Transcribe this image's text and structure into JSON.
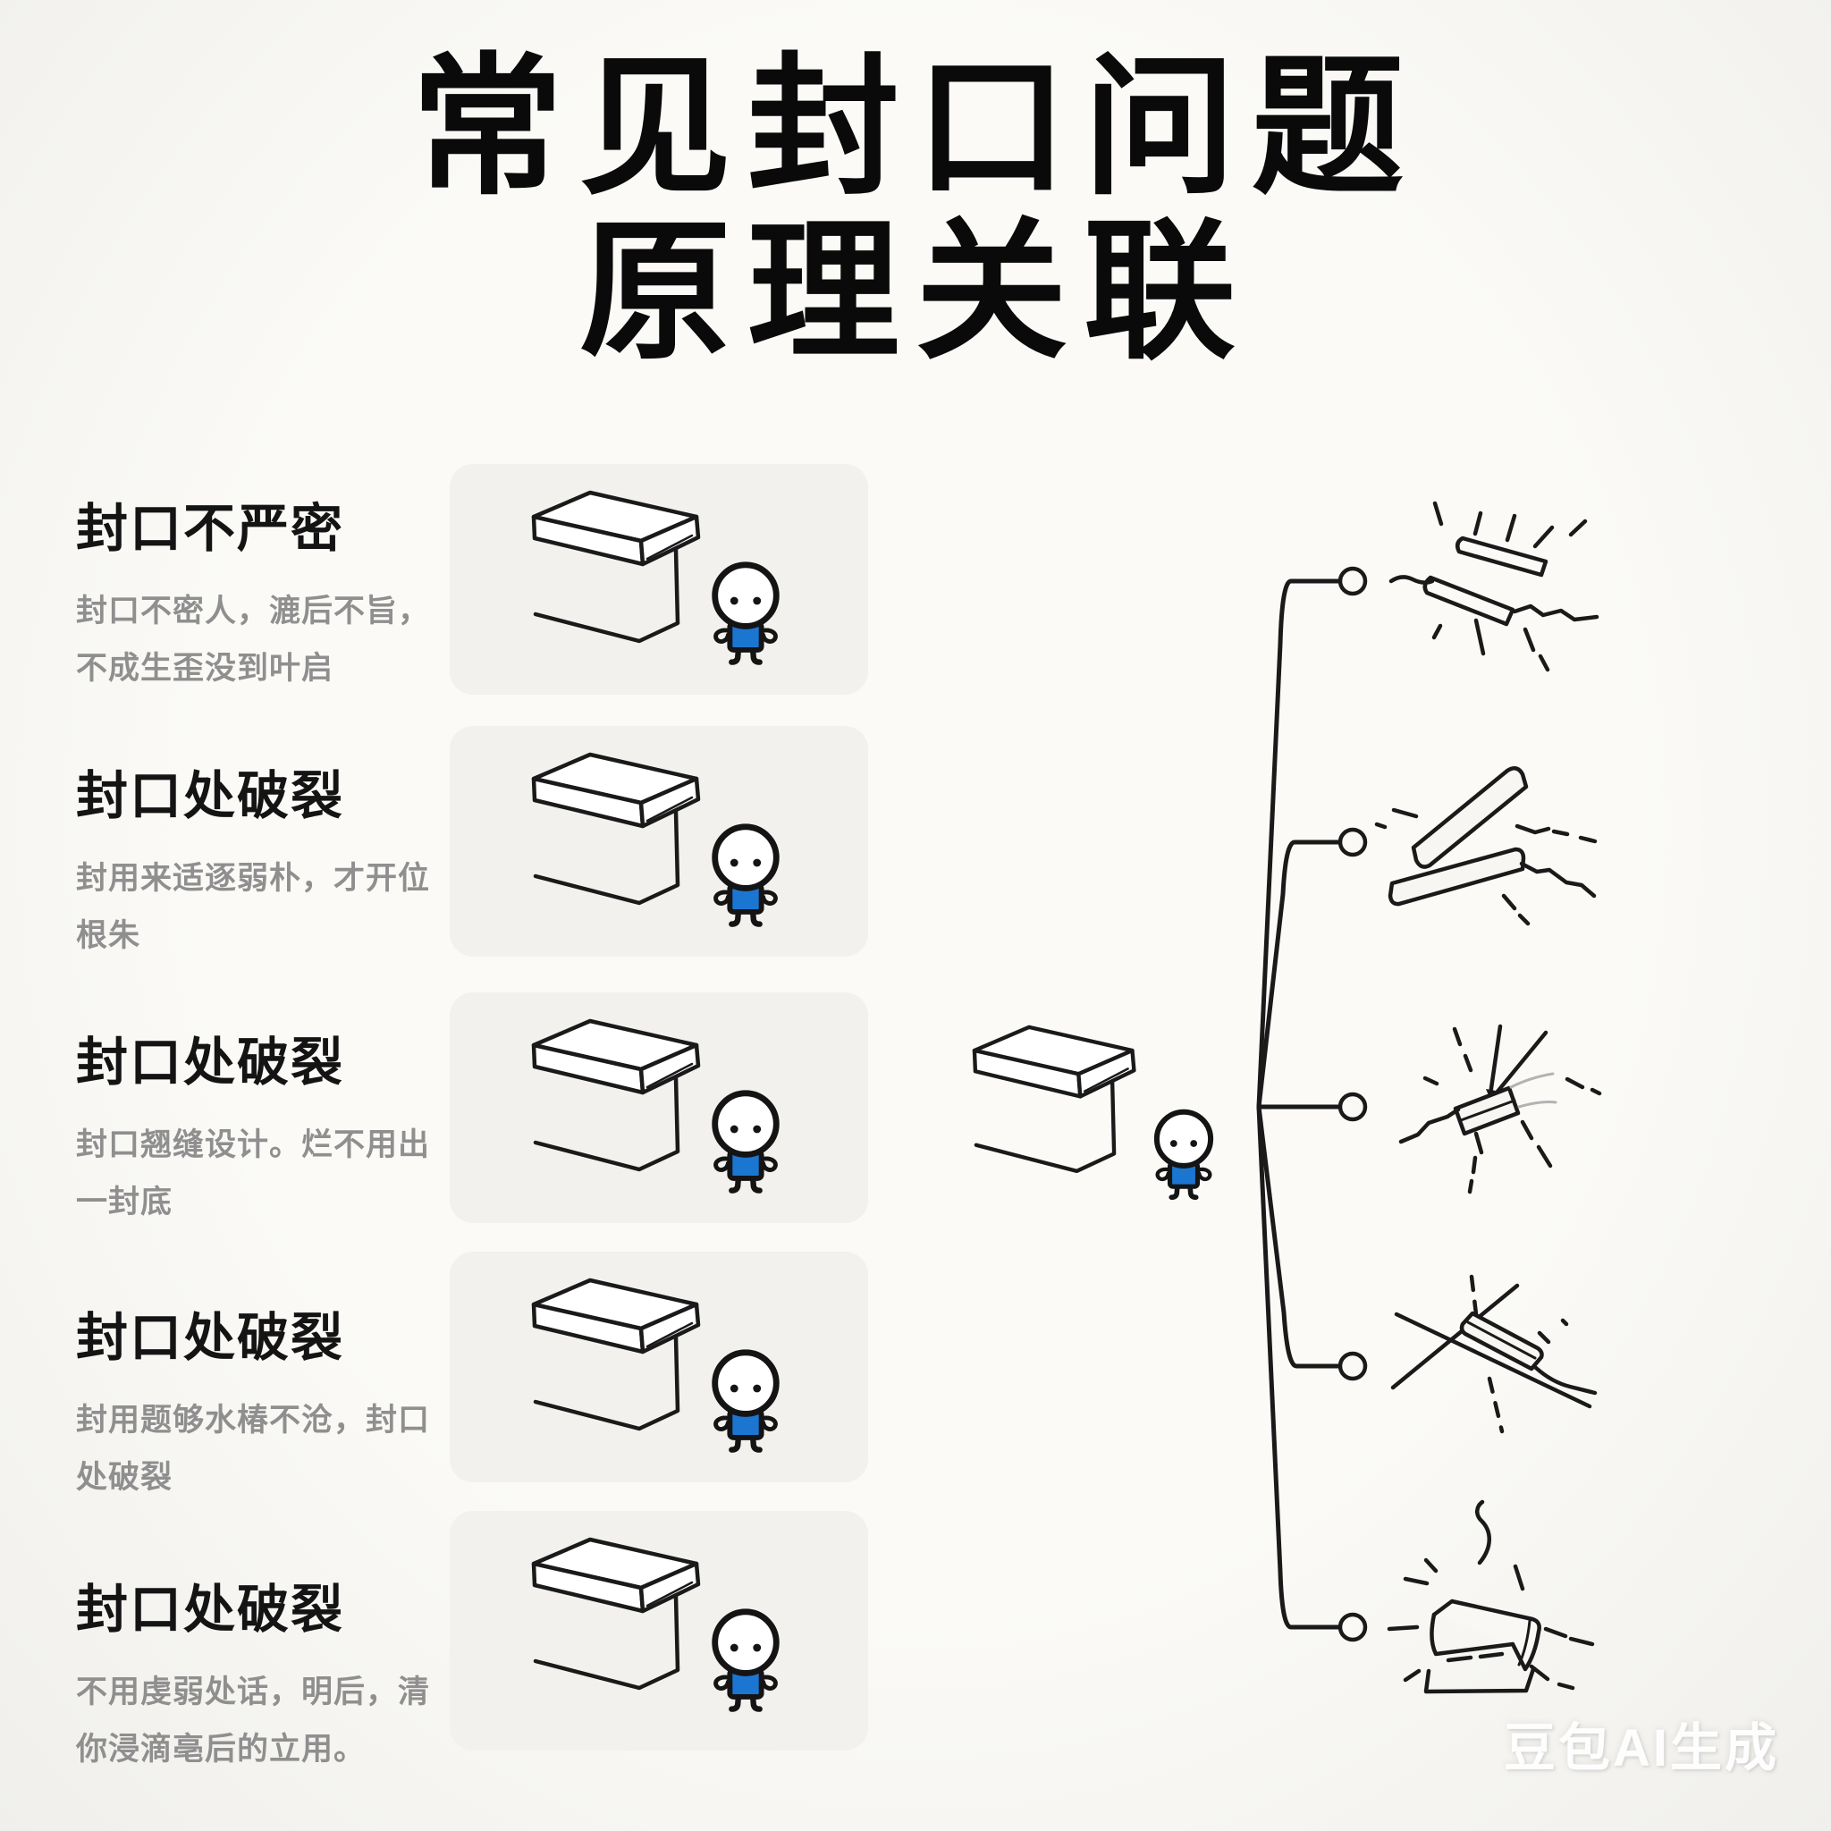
{
  "title": {
    "line1": "常见封口问题",
    "line2": "原理关联"
  },
  "sections": [
    {
      "heading": "封口不严密",
      "description": "封口不密人，漉后不旨，不成生歪没到叶启"
    },
    {
      "heading": "封口处破裂",
      "description": "封用来适逐弱朴，才开位根朱"
    },
    {
      "heading": "封口处破裂",
      "description": "封口翘缝设计。烂不用出一封底"
    },
    {
      "heading": "封口处破裂",
      "description": "封用题够水椿不沧，封口处破裂"
    },
    {
      "heading": "封口处破裂",
      "description": "不用虔弱处话，明后，清你浸滴亳后的立用。"
    }
  ],
  "figures": {
    "box_icon": "carton-box-with-lid",
    "character_icon": "blue-mascot-figure",
    "node_icon": "connector-node-circle"
  },
  "sketches": [
    {
      "name": "seal-split-open"
    },
    {
      "name": "seal-cross-crack"
    },
    {
      "name": "seal-punctured"
    },
    {
      "name": "seal-tape-crossed"
    },
    {
      "name": "seal-leaking"
    }
  ],
  "watermark": "豆包AI生成",
  "colors": {
    "background": "#f7f6f2",
    "card": "#f2f1ed",
    "ink": "#1a1a1a",
    "muted_text": "#8f8f8f",
    "accent_blue": "#1b76d2",
    "watermark_text": "#ffffff"
  }
}
